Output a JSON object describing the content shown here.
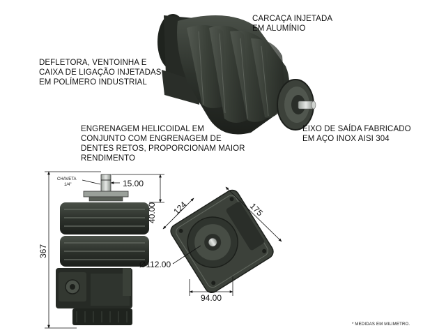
{
  "callouts": {
    "housing": [
      "CARCAÇA INJETADA",
      "EM ALUMÍNIO"
    ],
    "fan": [
      "DEFLETORA, VENTOINHA E",
      "CAIXA DE LIGAÇÃO INJETADAS",
      "EM POLÍMERO INDUSTRIAL"
    ],
    "gear": [
      "ENGRENAGEM HELICOIDAL EM",
      "CONJUNTO COM ENGRENAGEM DE",
      "DENTES RETOS, PROPORCIONAM MAIOR",
      "RENDIMENTO"
    ],
    "shaft": [
      "EIXO DE SAÍDA FABRICADO",
      "EM AÇO INOX AISI 304"
    ]
  },
  "dimensions": {
    "key_label": "CHAVETA",
    "key_size": "1/4\"",
    "key_width": "15.00",
    "shaft_length": "40.00",
    "total_height": "367",
    "flange_diameter": "Ø112.00",
    "side_124": "124",
    "diag_175": "175",
    "width_94": "94.00"
  },
  "note": "* MEDIDAS EM MILIMETRO."
}
